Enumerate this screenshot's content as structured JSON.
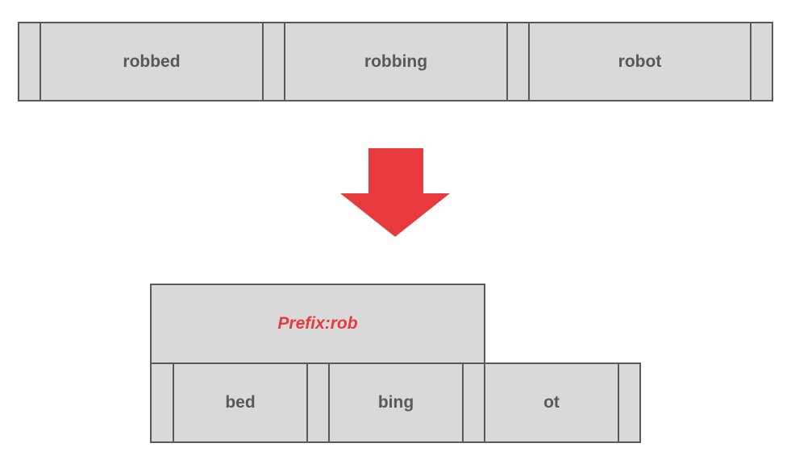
{
  "top_row": {
    "words": [
      {
        "text": "robbed"
      },
      {
        "text": "robbing"
      },
      {
        "text": "robot"
      }
    ]
  },
  "arrow": {
    "color": "#e8393f",
    "icon": "down-arrow-icon"
  },
  "bottom": {
    "prefix_label": "Prefix:rob",
    "suffixes": [
      {
        "text": "bed"
      },
      {
        "text": "bing"
      },
      {
        "text": "ot"
      }
    ]
  },
  "colors": {
    "cell_fill": "#d9d9d9",
    "cell_border": "#595959",
    "text": "#595959",
    "accent": "#e8393f"
  }
}
